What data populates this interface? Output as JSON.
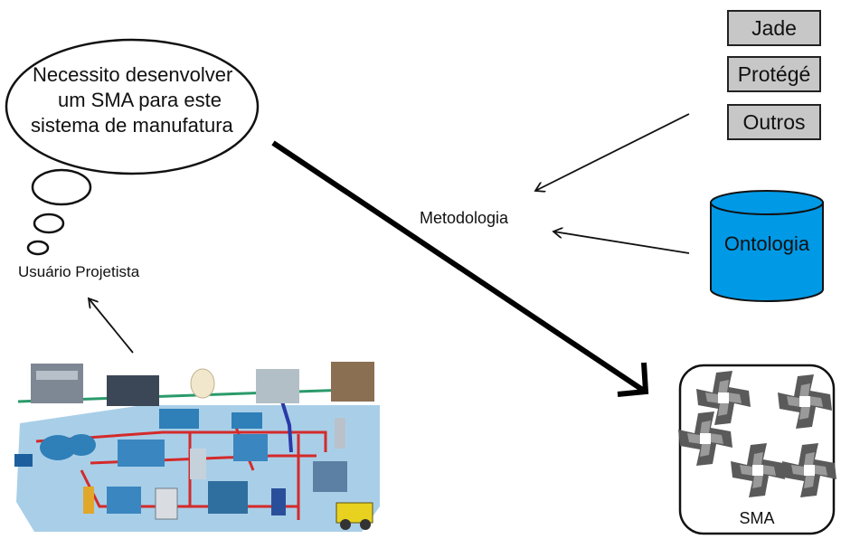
{
  "thought_bubble": {
    "lines": [
      "Necessito desenvolver",
      "um SMA para este",
      "sistema de manufatura"
    ]
  },
  "user_label": "Usuário Projetista",
  "methodology_label": "Metodologia",
  "tools": [
    "Jade",
    "Protégé",
    "Outros"
  ],
  "ontology_label": "Ontologia",
  "sma_label": "SMA",
  "colors": {
    "ontology_fill": "#0099e6",
    "tool_fill": "#c7c7c7",
    "plant_floor": "#a9cfe8",
    "pipe_red": "#d42a2a",
    "pipe_green": "#2a9a6a"
  }
}
